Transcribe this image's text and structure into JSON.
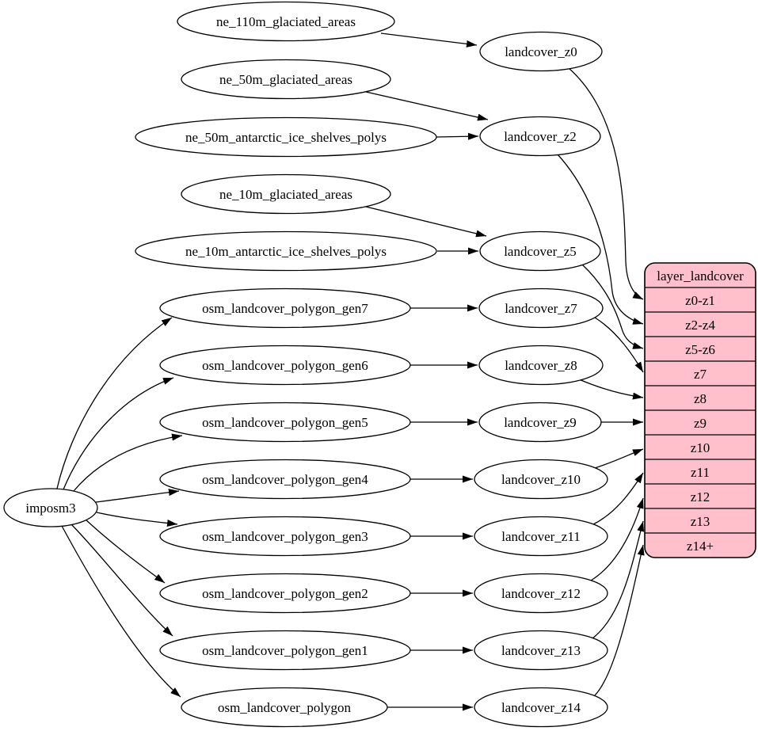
{
  "diagram": {
    "background": "#ffffff",
    "node_fill": "#ffffff",
    "edge_color": "#000000",
    "nodes": {
      "imposm3": {
        "label": "imposm3"
      },
      "ne_110m_glaciated_areas": {
        "label": "ne_110m_glaciated_areas"
      },
      "ne_50m_glaciated_areas": {
        "label": "ne_50m_glaciated_areas"
      },
      "ne_50m_antarctic_ice_shelves_polys": {
        "label": "ne_50m_antarctic_ice_shelves_polys"
      },
      "ne_10m_glaciated_areas": {
        "label": "ne_10m_glaciated_areas"
      },
      "ne_10m_antarctic_ice_shelves_polys": {
        "label": "ne_10m_antarctic_ice_shelves_polys"
      },
      "osm_landcover_polygon_gen7": {
        "label": "osm_landcover_polygon_gen7"
      },
      "osm_landcover_polygon_gen6": {
        "label": "osm_landcover_polygon_gen6"
      },
      "osm_landcover_polygon_gen5": {
        "label": "osm_landcover_polygon_gen5"
      },
      "osm_landcover_polygon_gen4": {
        "label": "osm_landcover_polygon_gen4"
      },
      "osm_landcover_polygon_gen3": {
        "label": "osm_landcover_polygon_gen3"
      },
      "osm_landcover_polygon_gen2": {
        "label": "osm_landcover_polygon_gen2"
      },
      "osm_landcover_polygon_gen1": {
        "label": "osm_landcover_polygon_gen1"
      },
      "osm_landcover_polygon": {
        "label": "osm_landcover_polygon"
      },
      "landcover_z0": {
        "label": "landcover_z0"
      },
      "landcover_z2": {
        "label": "landcover_z2"
      },
      "landcover_z5": {
        "label": "landcover_z5"
      },
      "landcover_z7": {
        "label": "landcover_z7"
      },
      "landcover_z8": {
        "label": "landcover_z8"
      },
      "landcover_z9": {
        "label": "landcover_z9"
      },
      "landcover_z10": {
        "label": "landcover_z10"
      },
      "landcover_z11": {
        "label": "landcover_z11"
      },
      "landcover_z12": {
        "label": "landcover_z12"
      },
      "landcover_z13": {
        "label": "landcover_z13"
      },
      "landcover_z14": {
        "label": "landcover_z14"
      }
    },
    "table": {
      "title": "layer_landcover",
      "fill": "#ffc0cb",
      "rows": [
        {
          "label": "z0-z1"
        },
        {
          "label": "z2-z4"
        },
        {
          "label": "z5-z6"
        },
        {
          "label": "z7"
        },
        {
          "label": "z8"
        },
        {
          "label": "z9"
        },
        {
          "label": "z10"
        },
        {
          "label": "z11"
        },
        {
          "label": "z12"
        },
        {
          "label": "z13"
        },
        {
          "label": "z14+"
        }
      ]
    },
    "edges": [
      {
        "from": "ne_110m_glaciated_areas",
        "to": "landcover_z0"
      },
      {
        "from": "ne_50m_glaciated_areas",
        "to": "landcover_z2"
      },
      {
        "from": "ne_50m_antarctic_ice_shelves_polys",
        "to": "landcover_z2"
      },
      {
        "from": "ne_10m_glaciated_areas",
        "to": "landcover_z5"
      },
      {
        "from": "ne_10m_antarctic_ice_shelves_polys",
        "to": "landcover_z5"
      },
      {
        "from": "imposm3",
        "to": "osm_landcover_polygon_gen7"
      },
      {
        "from": "imposm3",
        "to": "osm_landcover_polygon_gen6"
      },
      {
        "from": "imposm3",
        "to": "osm_landcover_polygon_gen5"
      },
      {
        "from": "imposm3",
        "to": "osm_landcover_polygon_gen4"
      },
      {
        "from": "imposm3",
        "to": "osm_landcover_polygon_gen3"
      },
      {
        "from": "imposm3",
        "to": "osm_landcover_polygon_gen2"
      },
      {
        "from": "imposm3",
        "to": "osm_landcover_polygon_gen1"
      },
      {
        "from": "imposm3",
        "to": "osm_landcover_polygon"
      },
      {
        "from": "osm_landcover_polygon_gen7",
        "to": "landcover_z7"
      },
      {
        "from": "osm_landcover_polygon_gen6",
        "to": "landcover_z8"
      },
      {
        "from": "osm_landcover_polygon_gen5",
        "to": "landcover_z9"
      },
      {
        "from": "osm_landcover_polygon_gen4",
        "to": "landcover_z10"
      },
      {
        "from": "osm_landcover_polygon_gen3",
        "to": "landcover_z11"
      },
      {
        "from": "osm_landcover_polygon_gen2",
        "to": "landcover_z12"
      },
      {
        "from": "osm_landcover_polygon_gen1",
        "to": "landcover_z13"
      },
      {
        "from": "osm_landcover_polygon",
        "to": "landcover_z14"
      },
      {
        "from": "landcover_z0",
        "to": "layer_landcover:z0-z1"
      },
      {
        "from": "landcover_z2",
        "to": "layer_landcover:z2-z4"
      },
      {
        "from": "landcover_z5",
        "to": "layer_landcover:z5-z6"
      },
      {
        "from": "landcover_z7",
        "to": "layer_landcover:z7"
      },
      {
        "from": "landcover_z8",
        "to": "layer_landcover:z8"
      },
      {
        "from": "landcover_z9",
        "to": "layer_landcover:z9"
      },
      {
        "from": "landcover_z10",
        "to": "layer_landcover:z10"
      },
      {
        "from": "landcover_z11",
        "to": "layer_landcover:z11"
      },
      {
        "from": "landcover_z12",
        "to": "layer_landcover:z12"
      },
      {
        "from": "landcover_z13",
        "to": "layer_landcover:z13"
      },
      {
        "from": "landcover_z14",
        "to": "layer_landcover:z14+"
      }
    ]
  }
}
